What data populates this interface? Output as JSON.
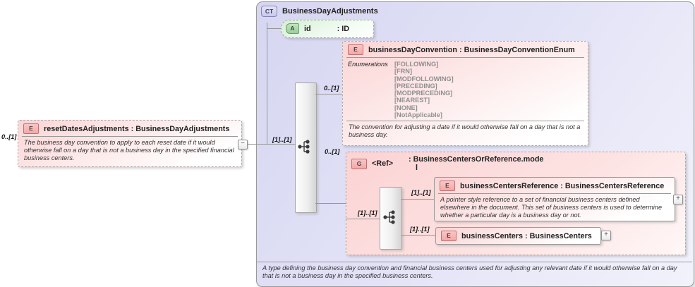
{
  "root": {
    "badge": "E",
    "cardinality": "0..[1]",
    "title": "resetDatesAdjustments : BusinessDayAdjustments",
    "description": "The business day convention to apply to each reset date if it would otherwise fall on a day that is not a business day in the specified financial business centers.",
    "collapse_icon": "−"
  },
  "ct": {
    "badge": "CT",
    "title": "BusinessDayAdjustments",
    "root_cardinality": "[1]..[1]",
    "footer": "A type defining the business day convention and financial business centers used for adjusting any relevant date if it would otherwise fall on a day that is not a business day in the specified business centers.",
    "attribute": {
      "badge": "A",
      "name": "id",
      "type": ": ID"
    },
    "convention": {
      "badge": "E",
      "cardinality": "0..[1]",
      "title": "businessDayConvention : BusinessDayConventionEnum",
      "enums_label": "Enumerations",
      "enums": [
        "[FOLLOWING]",
        "[FRN]",
        "[MODFOLLOWING]",
        "[PRECEDING]",
        "[MODPRECEDING]",
        "[NEAREST]",
        "[NONE]",
        "[NotApplicable]"
      ],
      "description": "The convention for adjusting a date if it would otherwise fall on a day that is not a business day."
    },
    "group": {
      "badge": "G",
      "cardinality": "0..[1]",
      "name": "<Ref>",
      "type_line1": ": BusinessCentersOrReference.mode",
      "type_line2": "l",
      "sequence_cardinality": "[1]..[1]",
      "reference": {
        "badge": "E",
        "cardinality": "[1]..[1]",
        "title": "businessCentersReference : BusinessCentersReference",
        "description": "A pointer style reference to a set of financial business centers defined elsewhere in the document. This set of business centers is used to determine whether a particular day is a business day or not.",
        "expand_icon": "+"
      },
      "centers": {
        "badge": "E",
        "cardinality": "[1]..[1]",
        "title": "businessCenters : BusinessCenters",
        "expand_icon": "+"
      }
    }
  }
}
